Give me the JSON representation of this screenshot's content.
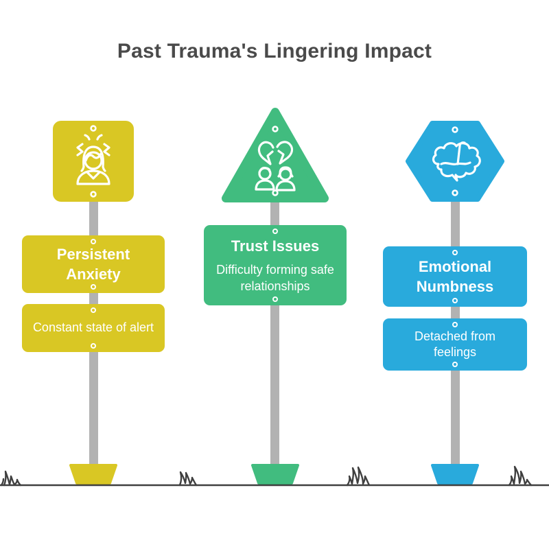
{
  "title": "Past Trauma's Lingering Impact",
  "colors": {
    "ink": "#4a4a4a",
    "pole": "#b2b2b2",
    "ground": "#3f3f3f",
    "yellow": "#d9c724",
    "green": "#41bc7f",
    "blue": "#29aadc",
    "white": "#ffffff"
  },
  "columns": [
    {
      "id": "persistent-anxiety",
      "sign_shape": "rounded-square",
      "icon": "anxious-person-icon",
      "color_key": "yellow",
      "heading": "Persistent Anxiety",
      "body": "Constant state of alert"
    },
    {
      "id": "trust-issues",
      "sign_shape": "rounded-triangle",
      "icon": "broken-heart-couple-icon",
      "color_key": "green",
      "heading": "Trust Issues",
      "body": "Difficulty forming safe relationships"
    },
    {
      "id": "emotional-numbness",
      "sign_shape": "rounded-hexagon",
      "icon": "brain-icon",
      "color_key": "blue",
      "heading": "Emotional Numbness",
      "body": "Detached from feelings"
    }
  ]
}
